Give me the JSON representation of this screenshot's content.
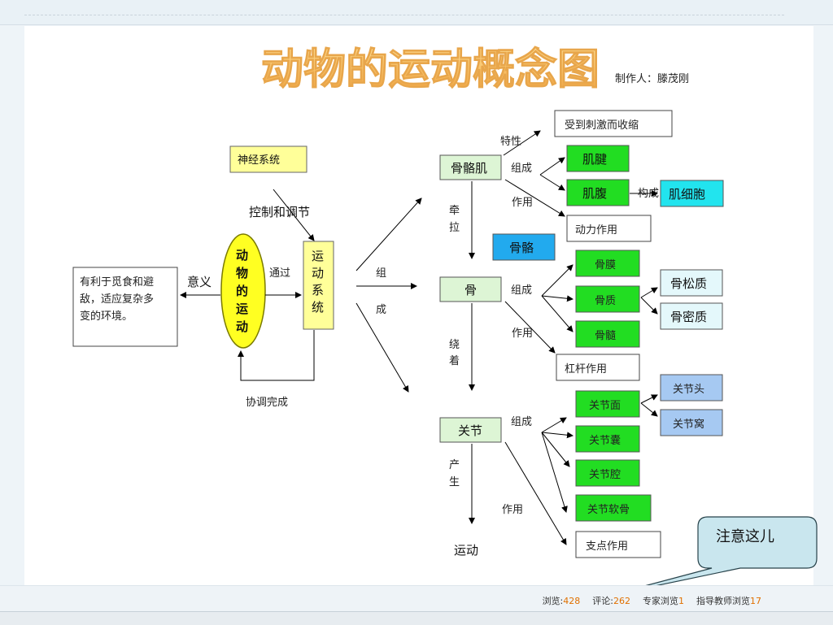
{
  "map": {
    "title": "动物的运动概念图",
    "author": "制作人：滕茂刚",
    "center": [
      "动",
      "物",
      "的",
      "运",
      "动"
    ],
    "nervous_system": "神经系统",
    "control_label": "控制和调节",
    "through_label": "通过",
    "motor_system": [
      "运",
      "动",
      "系",
      "统"
    ],
    "significance_label": "意义",
    "significance_box": [
      "有利于觅食和避",
      "敌，适应复杂多",
      "变的环境。"
    ],
    "coordinate_label": "协调完成",
    "compose_label": [
      "组",
      "成"
    ],
    "skeletal_muscle": "骨骼肌",
    "property_label": "特性",
    "muscle_property": "受到刺激而收缩",
    "composition_label": "组成",
    "tendon": "肌腱",
    "muscle_belly": "肌腹",
    "forms_label": "构成",
    "muscle_cell": "肌细胞",
    "function_label": "作用",
    "power_function": "动力作用",
    "pull_label": [
      "牵",
      "拉"
    ],
    "bone_junction": "骨骼",
    "bone": "骨",
    "periosteum": "骨膜",
    "bone_substance": "骨质",
    "spongy_bone": "骨松质",
    "compact_bone": "骨密质",
    "bone_marrow": "骨髓",
    "lever_function": "杠杆作用",
    "around_label": [
      "绕",
      "着"
    ],
    "joint": "关节",
    "joint_surface": "关节面",
    "joint_head": "关节头",
    "joint_socket": "关节窝",
    "joint_capsule": "关节囊",
    "joint_cavity": "关节腔",
    "joint_cartilage": "关节软骨",
    "pivot_function": "支点作用",
    "produce_label": [
      "产",
      "生"
    ],
    "movement": "运动"
  },
  "callout": {
    "text": "注意这儿"
  },
  "stats": {
    "views_label": "浏览:",
    "views": "428",
    "comments_label": "评论:",
    "comments": "262",
    "expert_label": "专家浏览",
    "expert": "1",
    "teacher_label": "指导教师浏览",
    "teacher": "17"
  },
  "colors": {
    "green_box": "#22dd22",
    "light_green_box": "#ddf5d5",
    "cyan_box": "#22e4ee",
    "blue_box": "#22aaee",
    "light_blue_box": "#a6c9f2",
    "pale_cyan_box": "#e4f8fb",
    "yellow_box": "#ffff99",
    "center_ellipse": "#ffff22",
    "number_accent": "#e07000",
    "callout_fill": "#c9e6ee"
  }
}
